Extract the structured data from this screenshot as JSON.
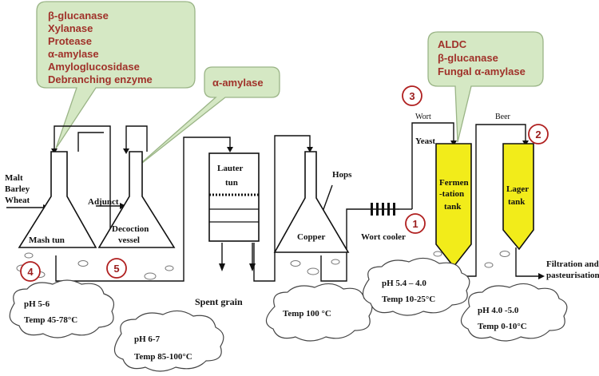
{
  "callouts": {
    "mash_enzymes": [
      "β-glucanase",
      "Xylanase",
      "Protease",
      "α-amylase",
      "Amyloglucosidase",
      "Debranching enzyme"
    ],
    "decoction_enzymes": [
      "α-amylase"
    ],
    "fermentation_enzymes": [
      "ALDC",
      "β-glucanase",
      "Fungal α-amylase"
    ]
  },
  "inputs": {
    "malt": [
      "Malt",
      "Barley",
      "Wheat"
    ],
    "adjunct": "Adjunct",
    "hops": "Hops",
    "yeast": "Yeast"
  },
  "vessels": {
    "mash_tun": "Mash tun",
    "decoction": [
      "Decoction",
      "vessel"
    ],
    "lauter": [
      "Lauter",
      "tun"
    ],
    "copper": "Copper",
    "fermentation": [
      "Fermen",
      "-tation",
      "tank"
    ],
    "lager": [
      "Lager",
      "tank"
    ]
  },
  "streams": {
    "wort": "Wort",
    "beer": "Beer",
    "wort_cooler": "Wort cooler",
    "spent_grain": "Spent grain",
    "filtration": [
      "Filtration and",
      "pasteurisation"
    ]
  },
  "conditions": {
    "mash": [
      "pH 5-6",
      "Temp 45-78°C"
    ],
    "decoction": [
      "pH 6-7",
      "Temp 85-100°C"
    ],
    "copper": [
      "Temp 100 °C"
    ],
    "fermentation": [
      "pH 5.4 – 4.0",
      "Temp 10-25°C"
    ],
    "lager": [
      "pH 4.0 -5.0",
      "Temp 0-10°C"
    ]
  },
  "markers": [
    "1",
    "2",
    "3",
    "4",
    "5"
  ],
  "colors": {
    "callout_fill": "#d5e8c4",
    "enzyme_text": "#a0322a",
    "tank_yellow": "#f2ec1a",
    "marker_red": "#b02020"
  }
}
